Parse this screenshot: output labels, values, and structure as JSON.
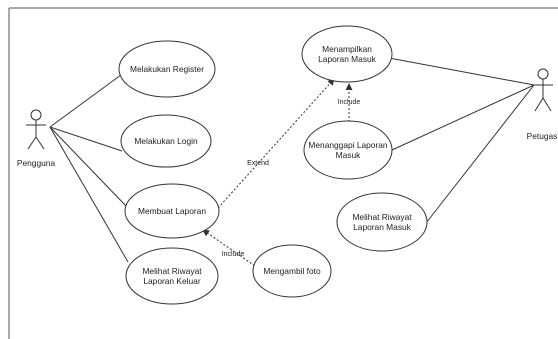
{
  "colors": {
    "stroke": "#333333",
    "frame": "#555555",
    "text": "#222222",
    "background": "#ffffff"
  },
  "actors": {
    "pengguna": {
      "label": "Pengguna"
    },
    "petugas": {
      "label": "Petugas"
    }
  },
  "use_cases": {
    "register": [
      "Melakukan Register"
    ],
    "login": [
      "Melakukan Login"
    ],
    "membuat": [
      "Membuat Laporan"
    ],
    "riwayat_keluar": [
      "Melihat Riwayat",
      "Laporan Keluar"
    ],
    "menampilkan": [
      "Menampilkan",
      "Laporan Masuk"
    ],
    "menanggapi": [
      "Menanggapi Laporan",
      "Masuk"
    ],
    "riwayat_masuk": [
      "Melihat Riwayat",
      "Laporan Masuk"
    ],
    "foto": [
      "Mengambil foto"
    ]
  },
  "relations": {
    "extend": "Extend",
    "include_tanggap": "Include",
    "include_foto": "Include"
  }
}
